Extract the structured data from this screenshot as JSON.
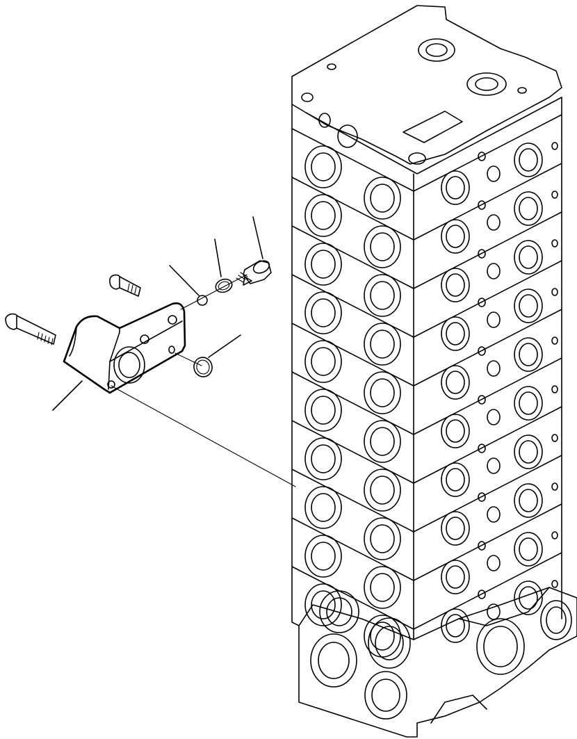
{
  "diagram": {
    "kind": "exploded-parts-view",
    "line_color": "#000000",
    "background": "#ffffff",
    "valve_sections": 10,
    "callouts": [
      {
        "id": "cover-plate-leader"
      },
      {
        "id": "steel-ball-leader"
      },
      {
        "id": "o-ring-small-leader"
      },
      {
        "id": "plug-leader"
      },
      {
        "id": "o-ring-large-leader"
      }
    ]
  }
}
